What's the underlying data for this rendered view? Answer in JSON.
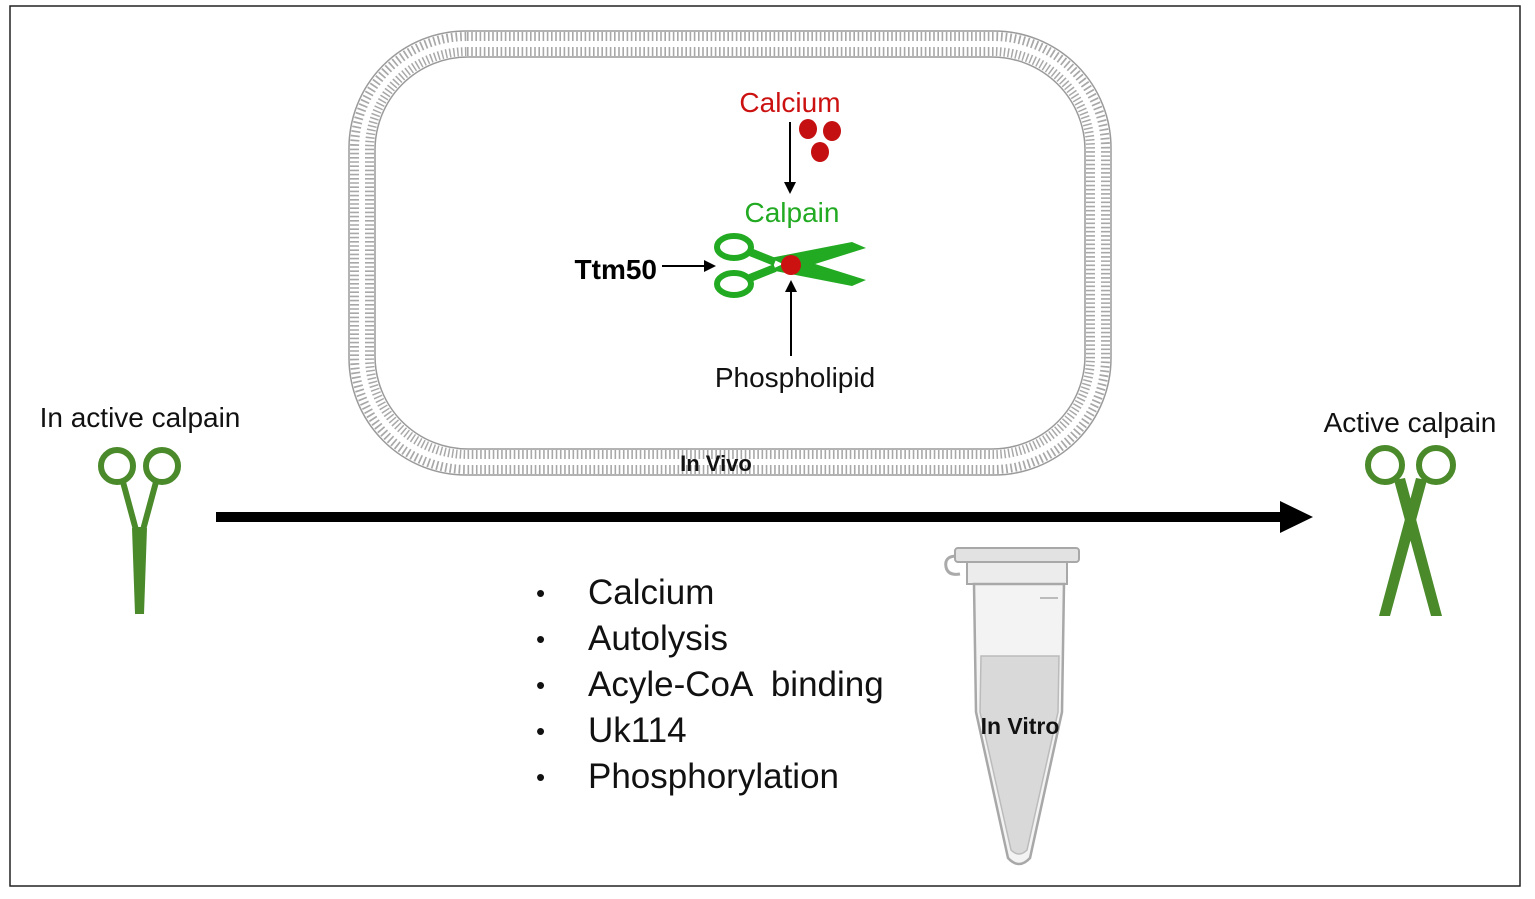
{
  "colors": {
    "calcium": "#cc1111",
    "calpain": "#22aa22",
    "scissor_green": "#4a8a2a",
    "membrane": "#9a9a9a",
    "arrow": "#000000"
  },
  "cell": {
    "calcium_label": "Calcium",
    "calpain_label": "Calpain",
    "ttm50_label": "Ttm50",
    "phospholipid_label": "Phospholipid",
    "in_vivo_label": "In Vivo"
  },
  "left": {
    "label": "In active calpain"
  },
  "right": {
    "label": "Active calpain"
  },
  "factors": [
    {
      "bullet": "•",
      "text": "Calcium"
    },
    {
      "bullet": "•",
      "text": "Autolysis"
    },
    {
      "bullet": "•",
      "text": "Acyle-CoA  binding"
    },
    {
      "bullet": "•",
      "text": "Uk114"
    },
    {
      "bullet": "•",
      "text": "Phosphorylation"
    }
  ],
  "tube": {
    "label": "In Vitro"
  }
}
